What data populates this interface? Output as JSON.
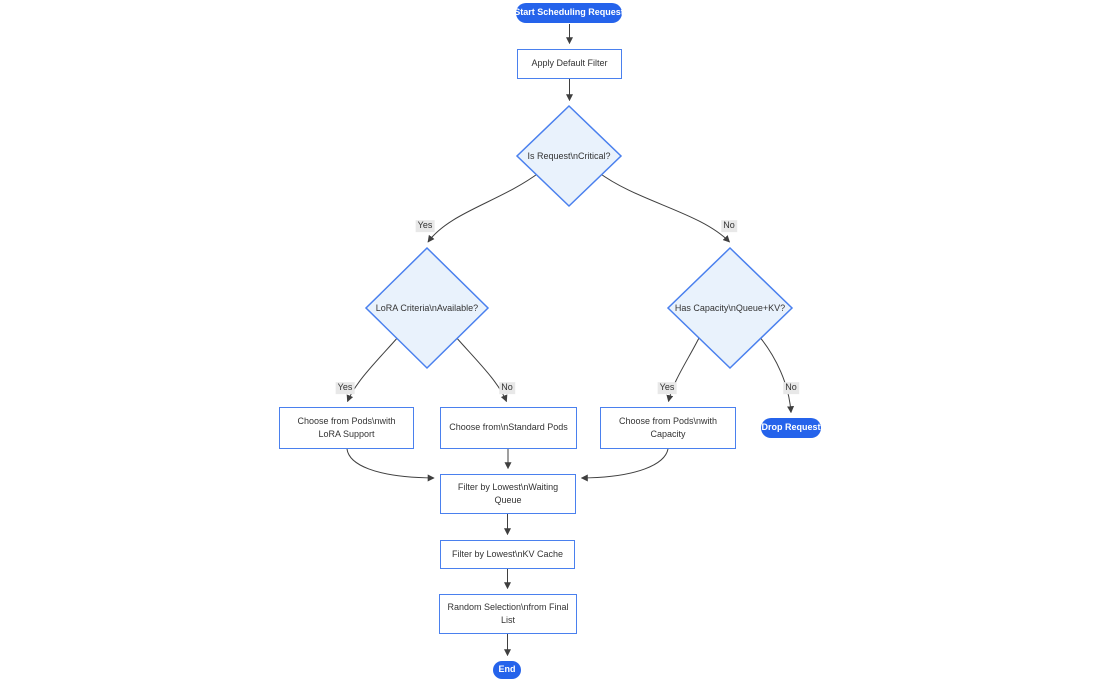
{
  "diagram": {
    "type": "flowchart",
    "nodes": {
      "start": {
        "shape": "stadium",
        "label": "Start Scheduling Request"
      },
      "apply_filter": {
        "shape": "rect",
        "label": "Apply Default Filter"
      },
      "is_critical": {
        "shape": "diamond",
        "label": "Is Request\\nCritical?"
      },
      "lora_available": {
        "shape": "diamond",
        "label": "LoRA Criteria\\nAvailable?"
      },
      "has_capacity": {
        "shape": "diamond",
        "label": "Has Capacity\\nQueue+KV?"
      },
      "choose_lora": {
        "shape": "rect",
        "label": "Choose from Pods\\nwith LoRA Support"
      },
      "choose_standard": {
        "shape": "rect",
        "label": "Choose from\\nStandard Pods"
      },
      "choose_capacity": {
        "shape": "rect",
        "label": "Choose from Pods\\nwith Capacity"
      },
      "drop_request": {
        "shape": "stadium",
        "label": "Drop Request"
      },
      "filter_queue": {
        "shape": "rect",
        "label": "Filter by Lowest\\nWaiting Queue"
      },
      "filter_kv": {
        "shape": "rect",
        "label": "Filter by Lowest\\nKV Cache"
      },
      "random_selection": {
        "shape": "rect",
        "label": "Random Selection\\nfrom Final List"
      },
      "end": {
        "shape": "stadium",
        "label": "End"
      }
    },
    "edges": [
      {
        "from": "start",
        "to": "apply_filter",
        "label": ""
      },
      {
        "from": "apply_filter",
        "to": "is_critical",
        "label": ""
      },
      {
        "from": "is_critical",
        "to": "lora_available",
        "label": "Yes"
      },
      {
        "from": "is_critical",
        "to": "has_capacity",
        "label": "No"
      },
      {
        "from": "lora_available",
        "to": "choose_lora",
        "label": "Yes"
      },
      {
        "from": "lora_available",
        "to": "choose_standard",
        "label": "No"
      },
      {
        "from": "has_capacity",
        "to": "choose_capacity",
        "label": "Yes"
      },
      {
        "from": "has_capacity",
        "to": "drop_request",
        "label": "No"
      },
      {
        "from": "choose_lora",
        "to": "filter_queue",
        "label": ""
      },
      {
        "from": "choose_standard",
        "to": "filter_queue",
        "label": ""
      },
      {
        "from": "choose_capacity",
        "to": "filter_queue",
        "label": ""
      },
      {
        "from": "filter_queue",
        "to": "filter_kv",
        "label": ""
      },
      {
        "from": "filter_kv",
        "to": "random_selection",
        "label": ""
      },
      {
        "from": "random_selection",
        "to": "end",
        "label": ""
      }
    ],
    "colors": {
      "accent": "#2563eb",
      "node_border": "#4a80ee",
      "decision_fill": "#e9f2fc",
      "edge": "#3f3f3f",
      "label_bg": "#e8e8e8",
      "text": "#333333"
    }
  }
}
